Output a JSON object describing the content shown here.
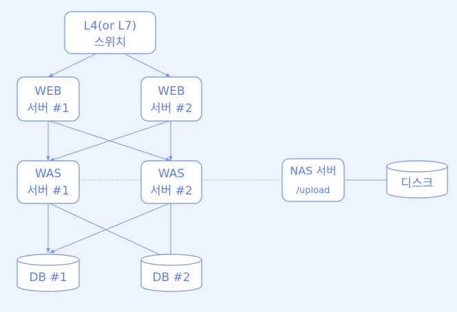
{
  "nodes": {
    "switch": {
      "line1": "L4(or L7)",
      "line2": "스위치"
    },
    "web1": {
      "line1": "WEB",
      "line2": "서버 #1"
    },
    "web2": {
      "line1": "WEB",
      "line2": "서버 #2"
    },
    "was1": {
      "line1": "WAS",
      "line2": "서버 #1"
    },
    "was2": {
      "line1": "WAS",
      "line2": "서버 #2"
    },
    "nas": {
      "line1": "NAS 서버",
      "line2": "/upload"
    },
    "disk": {
      "label": "디스크"
    },
    "db1": {
      "label": "DB #1"
    },
    "db2": {
      "label": "DB #2"
    }
  },
  "colors": {
    "background": "#eef4fe",
    "stroke": "#6f8ff0",
    "text": "#5d7de9"
  }
}
